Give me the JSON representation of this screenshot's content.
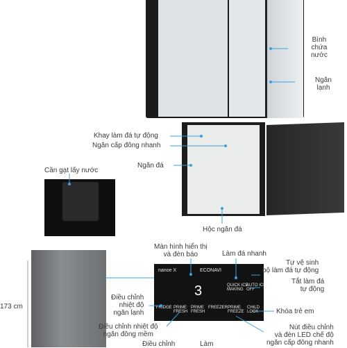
{
  "labels": {
    "binh_chua_nuoc": "Bình\nchứa\nnước",
    "ngan_lanh": "Ngăn\nlạnh",
    "khay_lam_da": "Khay làm đá tự động",
    "ngan_cap_dong": "Ngăn cấp đông nhanh",
    "ngan_da": "Ngăn đá",
    "can_gat": "Cần gạt lấy nước",
    "hoc_ngan_da": "Hộc ngăn đá",
    "man_hinh": "Màn hình hiển thị\nvà đèn báo",
    "lam_da_nhanh": "Làm đá nhanh",
    "tu_ve_sinh": "Tự vệ sinh\nbộ làm đá tự động",
    "tat_lam_da": "Tắt làm đá\ntự động",
    "dieu_chinh_lanh": "Điều chỉnh\nnhiệt độ\nngăn lạnh",
    "khoa_tre_em": "Khóa trẻ em",
    "dieu_chinh_mem": "Điều chỉnh nhiệt độ\nngăn đông mềm",
    "nut_dieu_chinh": "Nút điều chỉnh\nvà đèn LED chế độ\nngăn cấp đông nhanh",
    "dieu_chinh_cut": "Điều chỉnh",
    "lam_cut": "Làm",
    "height": "173 cm"
  },
  "panel": {
    "brand": "nanoe X",
    "econavi": "ECONAVI",
    "quick_ice": "QUICK ICE\nMAKING",
    "auto_ice_off": "AUTO ICE\nOFF",
    "fridge": "FRIDGE",
    "prime_fresh": "PRIME\nFRESH",
    "prime_fresh2": "PRIME\nFRESH",
    "freezer": "FREEZER",
    "prime_freeze": "PRIME\nFREEZE",
    "child_lock": "CHILD\nLOCK"
  }
}
